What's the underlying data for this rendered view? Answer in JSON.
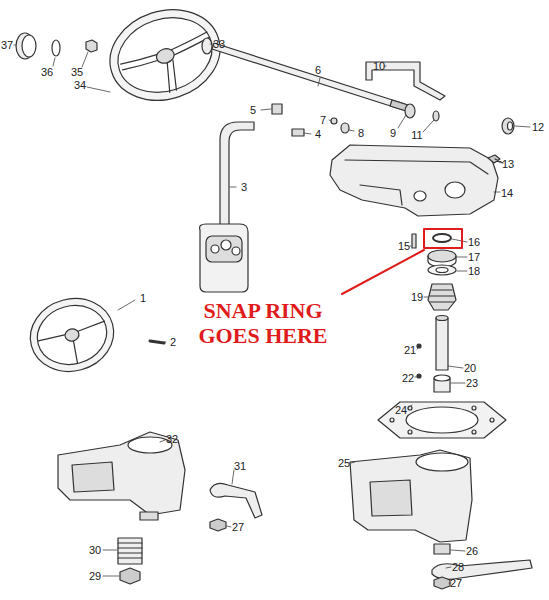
{
  "diagram": {
    "labels": [
      "37",
      "36",
      "35",
      "34",
      "33",
      "6",
      "10",
      "5",
      "4",
      "3",
      "7",
      "8",
      "9",
      "11",
      "12",
      "13",
      "14",
      "1",
      "2",
      "15",
      "16",
      "17",
      "18",
      "19",
      "21",
      "20",
      "22",
      "23",
      "24",
      "32",
      "31",
      "25",
      "27",
      "30",
      "29",
      "26",
      "28",
      "27",
      "SNAP RING GOES HERE"
    ]
  }
}
